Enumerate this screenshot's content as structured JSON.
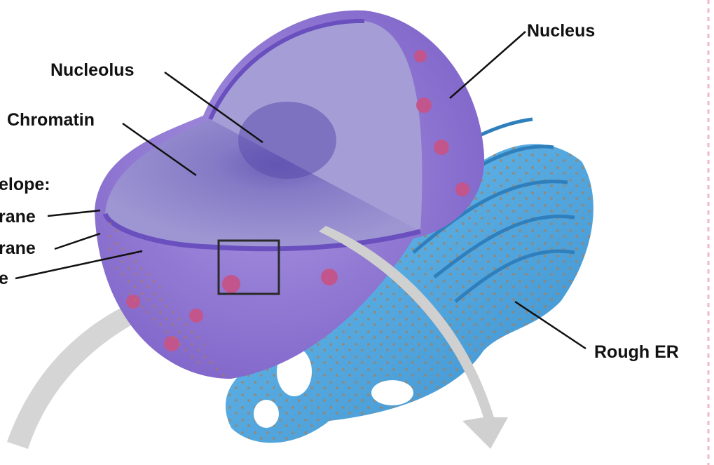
{
  "labels": {
    "nucleolus": "Nucleolus",
    "chromatin": "Chromatin",
    "nucleus": "Nucleus",
    "rough_er": "Rough ER",
    "envelope_fragment": "elope:",
    "membrane_fragment_1": "rane",
    "membrane_fragment_2": "rane",
    "pore_fragment": "e"
  },
  "colors": {
    "nucleus_outer": "#8a6fcf",
    "nucleus_inner": "#6f55b8",
    "cut_face": "#8d83c9",
    "rough_er": "#5aaee4",
    "rough_er_dark": "#3f8fcb",
    "ribosome": "#b07a4a",
    "nuclear_pore": "#c2568c",
    "arrow": "#cfcfcf",
    "right_border": "#f3b7c6"
  }
}
